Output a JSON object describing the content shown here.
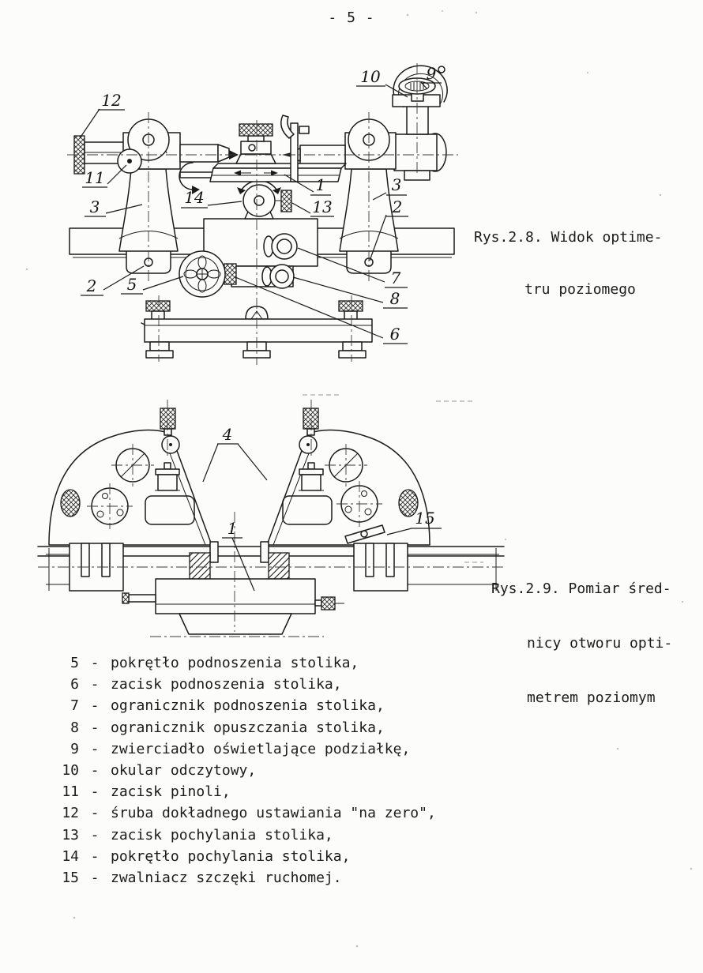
{
  "page_number": "- 5 -",
  "fig1": {
    "caption": [
      "Rys.2.8. Widok optime-",
      "tru poziomego"
    ],
    "callouts": {
      "c12": "12",
      "c11": "11",
      "c3a": "3",
      "c14": "14",
      "c1": "1",
      "c13": "13",
      "c3b": "3",
      "c2a": "2",
      "c2b": "2",
      "c5": "5",
      "c7": "7",
      "c8": "8",
      "c6": "6",
      "c10": "10",
      "c9": "9"
    }
  },
  "fig2": {
    "caption": [
      "Rys.2.9. Pomiar śred-",
      "nicy otworu opti-",
      "metrem poziomym"
    ],
    "callouts": {
      "c4": "4",
      "c1": "1",
      "c15": "15"
    }
  },
  "legend": {
    "sep": "-",
    "items": [
      {
        "num": "5",
        "text": "pokrętło podnoszenia stolika,"
      },
      {
        "num": "6",
        "text": "zacisk podnoszenia stolika,"
      },
      {
        "num": "7",
        "text": "ogranicznik podnoszenia stolika,"
      },
      {
        "num": "8",
        "text": "ogranicznik opuszczania stolika,"
      },
      {
        "num": "9",
        "text": "zwierciadło oświetlające podziałkę,"
      },
      {
        "num": "10",
        "text": "okular odczytowy,"
      },
      {
        "num": "11",
        "text": "zacisk pinoli,"
      },
      {
        "num": "12",
        "text": "śruba dokładnego ustawiania \"na zero\","
      },
      {
        "num": "13",
        "text": "zacisk pochylania stolika,"
      },
      {
        "num": "14",
        "text": "pokrętło pochylania stolika,"
      },
      {
        "num": "15",
        "text": "zwalniacz szczęki ruchomej."
      }
    ]
  }
}
